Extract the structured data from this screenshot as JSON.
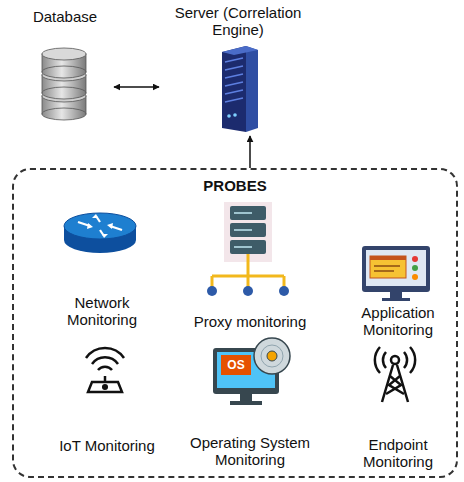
{
  "diagram": {
    "nodes": [
      {
        "text": [
          "Database"
        ]
      },
      {
        "text": [
          "Server (Correlation Engine)"
        ]
      },
      {
        "text": [
          "PROBES"
        ]
      },
      {
        "text": [
          "Network Monitoring"
        ],
        "in": 2
      },
      {
        "text": [
          "Proxy monitoring"
        ],
        "in": 2
      },
      {
        "text": [
          "Application Monitoring"
        ],
        "in": 2
      },
      {
        "text": [
          "IoT Monitoring"
        ],
        "in": 2
      },
      {
        "text": [
          "Operating System Monitoring"
        ],
        "in": 2
      },
      {
        "text": [
          "Endpoint Monitoring"
        ],
        "in": 2
      }
    ],
    "edges": [
      {
        "from": 0,
        "to": 1,
        "arrow": "both"
      },
      {
        "from": 2,
        "to": 1,
        "arrow": "to"
      }
    ],
    "labels": [
      "OS"
    ]
  }
}
